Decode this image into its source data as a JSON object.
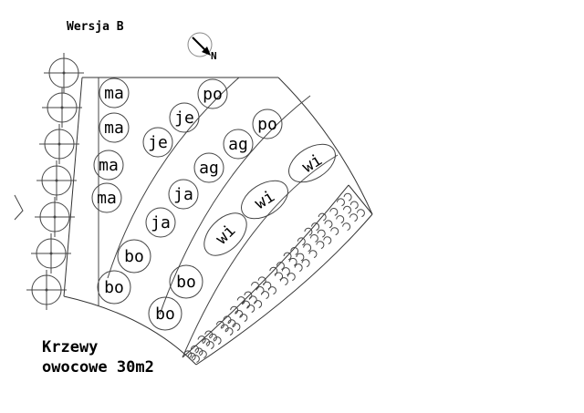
{
  "title": "Wersja B",
  "north_label": "N",
  "caption": {
    "line1": "Krzewy",
    "line2": "owocowe 30m2"
  },
  "plants": {
    "ma": "ma",
    "je": "je",
    "po": "po",
    "ag": "ag",
    "ja": "ja",
    "bo": "bo",
    "wi": "wi"
  }
}
